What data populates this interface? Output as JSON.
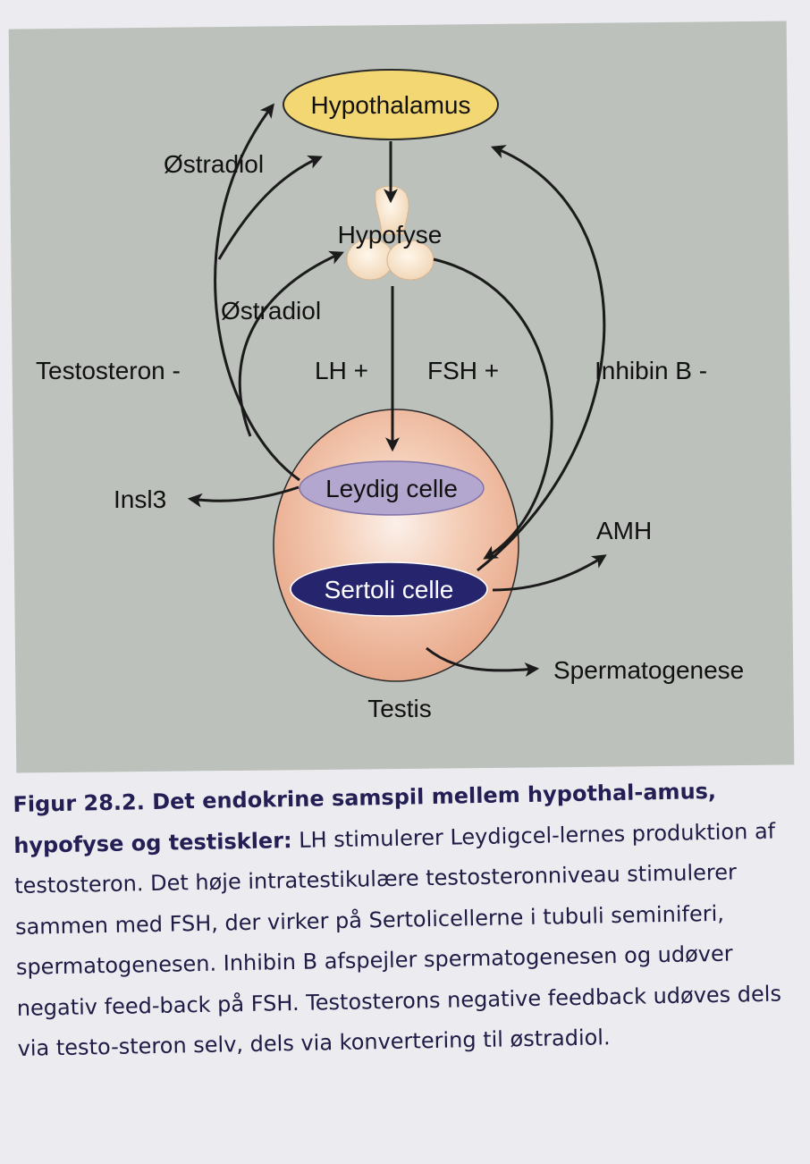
{
  "nodes": {
    "hypothalamus": "Hypothalamus",
    "hypofyse": "Hypofyse",
    "leydig": "Leydig celle",
    "sertoli": "Sertoli celle",
    "testis": "Testis"
  },
  "labels": {
    "ostradiol_upper": "Østradiol",
    "ostradiol_lower": "Østradiol",
    "testosteron": "Testosteron -",
    "lh": "LH +",
    "fsh": "FSH +",
    "inhibin": "Inhibin B -",
    "insl3": "Insl3",
    "amh": "AMH",
    "spermatogenese": "Spermatogenese"
  },
  "caption": {
    "title": "Figur 28.2. Det endokrine samspil mellem hypothal-amus, hypofyse og testiskler:",
    "body": " LH stimulerer Leydigcel-lernes produktion af testosteron. Det høje intratestikulære testosteronniveau stimulerer sammen med FSH, der virker på Sertolicellerne i tubuli seminiferi, spermatogenesen. Inhibin B afspejler spermatogenesen og udøver negativ feed-back på FSH. Testosterons negative feedback udøves dels via testo-steron selv, dels via konvertering til østradiol."
  },
  "colors": {
    "panel": "#bcc1bb",
    "hypothalamus": "#f3d772",
    "leydig": "#b3a6cf",
    "sertoli": "#27246e",
    "testis": "#f0c0a6",
    "caption_text": "#231f55"
  }
}
